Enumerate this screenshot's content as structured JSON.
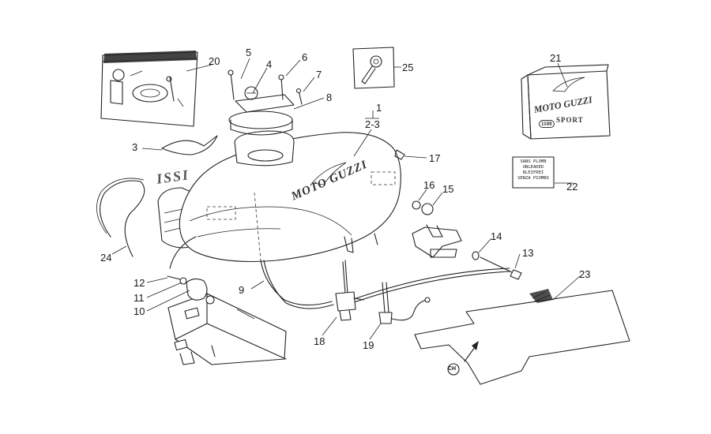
{
  "labels": {
    "p1": "1",
    "p2": "2-3",
    "p3": "3",
    "p4": "4",
    "p5": "5",
    "p6": "6",
    "p7": "7",
    "p8": "8",
    "p9": "9",
    "p10": "10",
    "p11": "11",
    "p12": "12",
    "p13": "13",
    "p14": "14",
    "p15": "15",
    "p16": "16",
    "p17": "17",
    "p18": "18",
    "p19": "19",
    "p20": "20",
    "p21": "21",
    "p22": "22",
    "p23": "23",
    "p24": "24",
    "p25": "25"
  },
  "tank_logo": "MOTO GUZZI",
  "bag_logo": "MOTO GUZZI",
  "bag_sport": "SPORT",
  "bag_badge": "1100",
  "side_logo": "ISSI",
  "fuel_decal": {
    "line1": "SANS PLOMB",
    "line2": "UNLEADED",
    "line3": "BLEIFREI",
    "line4": "SENZA PIOMBO"
  },
  "ch_marker": "CH"
}
